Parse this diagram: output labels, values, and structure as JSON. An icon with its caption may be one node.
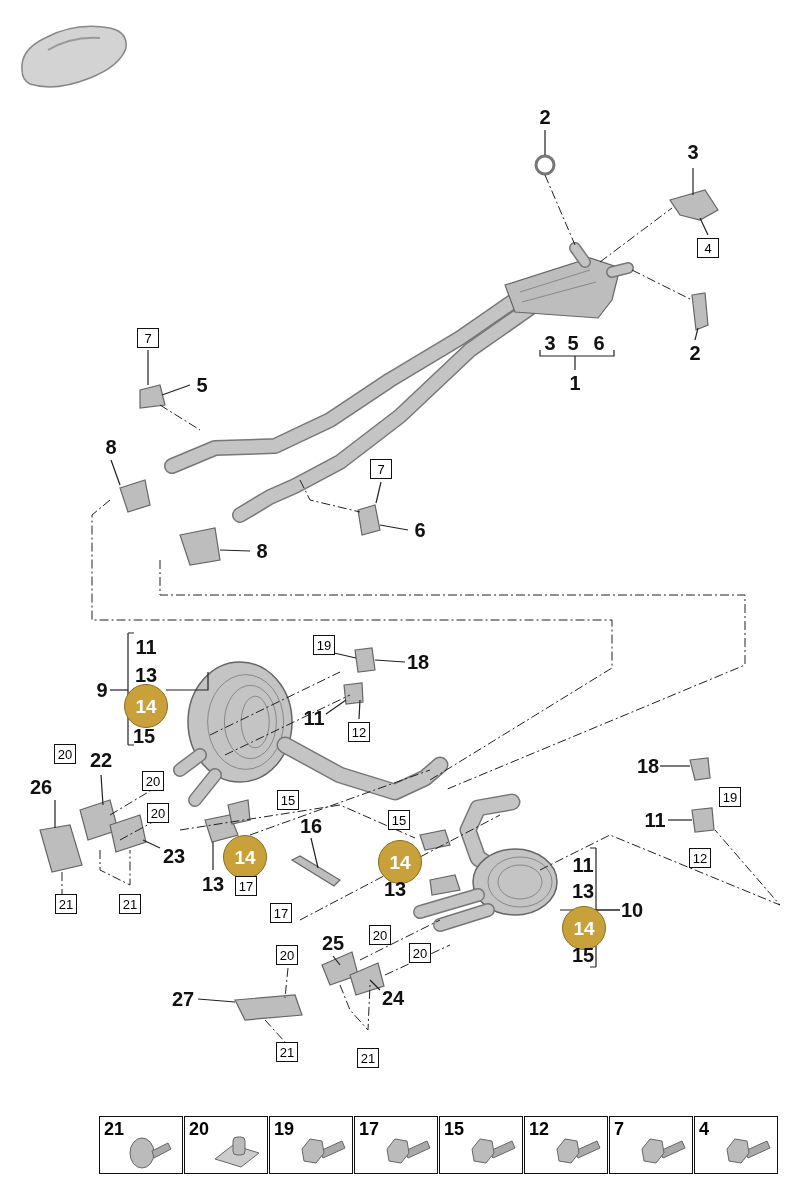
{
  "diagram": {
    "labels": [
      "2",
      "3",
      "4",
      "2",
      "3",
      "5",
      "6",
      "1",
      "7",
      "5",
      "8",
      "7",
      "6",
      "8",
      "11",
      "13",
      "9",
      "14",
      "15",
      "19",
      "18",
      "11",
      "12",
      "20",
      "22",
      "26",
      "20",
      "20",
      "23",
      "15",
      "16",
      "14",
      "13",
      "17",
      "21",
      "21",
      "15",
      "14",
      "13",
      "18",
      "19",
      "11",
      "12",
      "11",
      "13",
      "10",
      "14",
      "15",
      "17",
      "20",
      "25",
      "20",
      "20",
      "27",
      "24",
      "21",
      "21",
      "21",
      "20",
      "19",
      "17",
      "15",
      "12",
      "7",
      "4"
    ]
  }
}
